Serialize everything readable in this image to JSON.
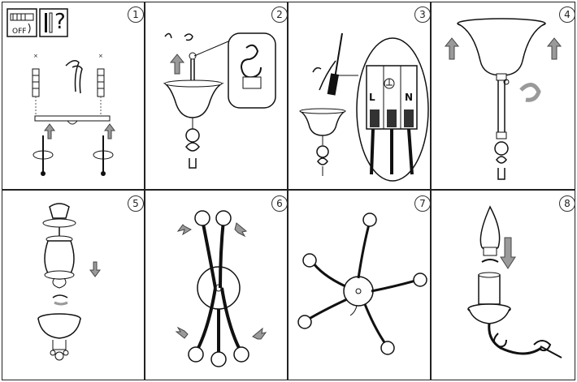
{
  "steps": [
    {
      "number": "1"
    },
    {
      "number": "2"
    },
    {
      "number": "3"
    },
    {
      "number": "4"
    },
    {
      "number": "5"
    },
    {
      "number": "6"
    },
    {
      "number": "7"
    },
    {
      "number": "8"
    }
  ],
  "step1": {
    "switch_label": "OFF",
    "warning_symbol": "?"
  },
  "step3": {
    "terminal_left": "L",
    "terminal_right": "N"
  },
  "arrow_color": "#9a9a9a"
}
